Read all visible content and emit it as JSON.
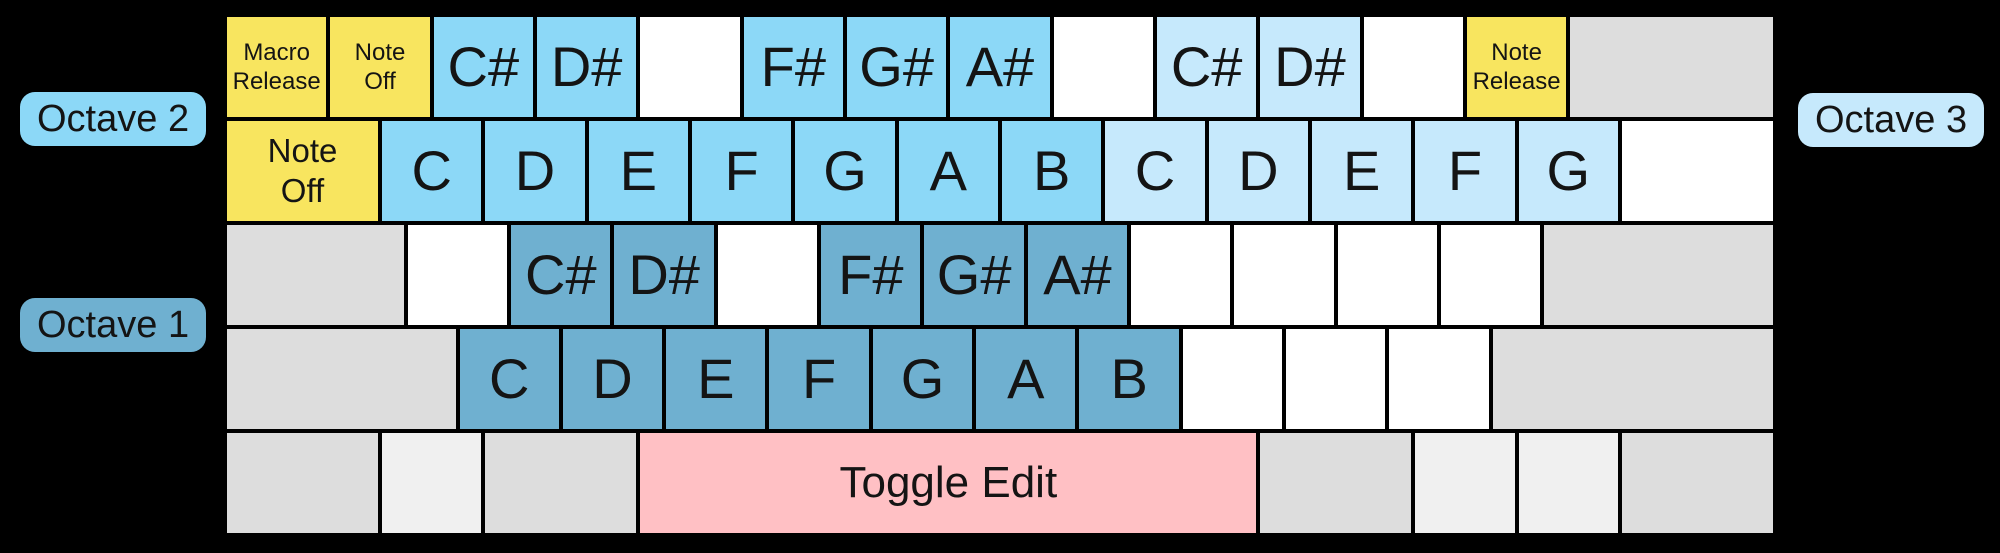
{
  "colors": {
    "background": "#000000",
    "key_border": "#000000",
    "text": "#141414",
    "octave1": "#6FB0D0",
    "octave2": "#8CD8F7",
    "octave3": "#C6E9FC",
    "macro": "#F8E55F",
    "toggle": "#FFC0C4",
    "unassigned": "#FFFFFF",
    "modifier": "#DDDDDD",
    "modifier_light": "#F0F0F0"
  },
  "octave_labels": {
    "octave1": "Octave 1",
    "octave2": "Octave 2",
    "octave3": "Octave 3"
  },
  "keyboard": {
    "units_per_row": 15,
    "rows": [
      {
        "name": "number-row",
        "keys": [
          {
            "name": "macro-release-key",
            "label": "Macro\nRelease",
            "type": "macro",
            "w": 1,
            "size": "small"
          },
          {
            "name": "note-off-key",
            "label": "Note\nOff",
            "type": "macro",
            "w": 1,
            "size": "small"
          },
          {
            "name": "note-key-c-sharp-octave2",
            "label": "C#",
            "type": "octave2",
            "w": 1,
            "size": "large"
          },
          {
            "name": "note-key-d-sharp-octave2",
            "label": "D#",
            "type": "octave2",
            "w": 1,
            "size": "large"
          },
          {
            "name": "unassigned-key",
            "label": "",
            "type": "unassigned",
            "w": 1
          },
          {
            "name": "note-key-f-sharp-octave2",
            "label": "F#",
            "type": "octave2",
            "w": 1,
            "size": "large"
          },
          {
            "name": "note-key-g-sharp-octave2",
            "label": "G#",
            "type": "octave2",
            "w": 1,
            "size": "large"
          },
          {
            "name": "note-key-a-sharp-octave2",
            "label": "A#",
            "type": "octave2",
            "w": 1,
            "size": "large"
          },
          {
            "name": "unassigned-key",
            "label": "",
            "type": "unassigned",
            "w": 1
          },
          {
            "name": "note-key-c-sharp-octave3",
            "label": "C#",
            "type": "octave3",
            "w": 1,
            "size": "large"
          },
          {
            "name": "note-key-d-sharp-octave3",
            "label": "D#",
            "type": "octave3",
            "w": 1,
            "size": "large"
          },
          {
            "name": "unassigned-key",
            "label": "",
            "type": "unassigned",
            "w": 1
          },
          {
            "name": "note-release-key",
            "label": "Note\nRelease",
            "type": "macro",
            "w": 1,
            "size": "small"
          },
          {
            "name": "modifier-key",
            "label": "",
            "type": "modifier",
            "w": 2
          }
        ]
      },
      {
        "name": "upper-letter-row",
        "keys": [
          {
            "name": "note-off-key",
            "label": "Note\nOff",
            "type": "macro",
            "w": 1.5,
            "size": "medium"
          },
          {
            "name": "note-key-c-octave2",
            "label": "C",
            "type": "octave2",
            "w": 1,
            "size": "large"
          },
          {
            "name": "note-key-d-octave2",
            "label": "D",
            "type": "octave2",
            "w": 1,
            "size": "large"
          },
          {
            "name": "note-key-e-octave2",
            "label": "E",
            "type": "octave2",
            "w": 1,
            "size": "large"
          },
          {
            "name": "note-key-f-octave2",
            "label": "F",
            "type": "octave2",
            "w": 1,
            "size": "large"
          },
          {
            "name": "note-key-g-octave2",
            "label": "G",
            "type": "octave2",
            "w": 1,
            "size": "large"
          },
          {
            "name": "note-key-a-octave2",
            "label": "A",
            "type": "octave2",
            "w": 1,
            "size": "large"
          },
          {
            "name": "note-key-b-octave2",
            "label": "B",
            "type": "octave2",
            "w": 1,
            "size": "large"
          },
          {
            "name": "note-key-c-octave3",
            "label": "C",
            "type": "octave3",
            "w": 1,
            "size": "large"
          },
          {
            "name": "note-key-d-octave3",
            "label": "D",
            "type": "octave3",
            "w": 1,
            "size": "large"
          },
          {
            "name": "note-key-e-octave3",
            "label": "E",
            "type": "octave3",
            "w": 1,
            "size": "large"
          },
          {
            "name": "note-key-f-octave3",
            "label": "F",
            "type": "octave3",
            "w": 1,
            "size": "large"
          },
          {
            "name": "note-key-g-octave3",
            "label": "G",
            "type": "octave3",
            "w": 1,
            "size": "large"
          },
          {
            "name": "unassigned-key",
            "label": "",
            "type": "unassigned",
            "w": 1.5
          }
        ]
      },
      {
        "name": "home-row",
        "keys": [
          {
            "name": "modifier-key",
            "label": "",
            "type": "modifier",
            "w": 1.75
          },
          {
            "name": "unassigned-key",
            "label": "",
            "type": "unassigned",
            "w": 1
          },
          {
            "name": "note-key-c-sharp-octave1",
            "label": "C#",
            "type": "octave1",
            "w": 1,
            "size": "large"
          },
          {
            "name": "note-key-d-sharp-octave1",
            "label": "D#",
            "type": "octave1",
            "w": 1,
            "size": "large"
          },
          {
            "name": "unassigned-key",
            "label": "",
            "type": "unassigned",
            "w": 1
          },
          {
            "name": "note-key-f-sharp-octave1",
            "label": "F#",
            "type": "octave1",
            "w": 1,
            "size": "large"
          },
          {
            "name": "note-key-g-sharp-octave1",
            "label": "G#",
            "type": "octave1",
            "w": 1,
            "size": "large"
          },
          {
            "name": "note-key-a-sharp-octave1",
            "label": "A#",
            "type": "octave1",
            "w": 1,
            "size": "large"
          },
          {
            "name": "unassigned-key",
            "label": "",
            "type": "unassigned",
            "w": 1
          },
          {
            "name": "unassigned-key",
            "label": "",
            "type": "unassigned",
            "w": 1
          },
          {
            "name": "unassigned-key",
            "label": "",
            "type": "unassigned",
            "w": 1
          },
          {
            "name": "unassigned-key",
            "label": "",
            "type": "unassigned",
            "w": 1
          },
          {
            "name": "modifier-key",
            "label": "",
            "type": "modifier",
            "w": 2.25
          }
        ]
      },
      {
        "name": "lower-letter-row",
        "keys": [
          {
            "name": "modifier-key",
            "label": "",
            "type": "modifier",
            "w": 2.25
          },
          {
            "name": "note-key-c-octave1",
            "label": "C",
            "type": "octave1",
            "w": 1,
            "size": "large"
          },
          {
            "name": "note-key-d-octave1",
            "label": "D",
            "type": "octave1",
            "w": 1,
            "size": "large"
          },
          {
            "name": "note-key-e-octave1",
            "label": "E",
            "type": "octave1",
            "w": 1,
            "size": "large"
          },
          {
            "name": "note-key-f-octave1",
            "label": "F",
            "type": "octave1",
            "w": 1,
            "size": "large"
          },
          {
            "name": "note-key-g-octave1",
            "label": "G",
            "type": "octave1",
            "w": 1,
            "size": "large"
          },
          {
            "name": "note-key-a-octave1",
            "label": "A",
            "type": "octave1",
            "w": 1,
            "size": "large"
          },
          {
            "name": "note-key-b-octave1",
            "label": "B",
            "type": "octave1",
            "w": 1,
            "size": "large"
          },
          {
            "name": "unassigned-key",
            "label": "",
            "type": "unassigned",
            "w": 1
          },
          {
            "name": "unassigned-key",
            "label": "",
            "type": "unassigned",
            "w": 1
          },
          {
            "name": "unassigned-key",
            "label": "",
            "type": "unassigned",
            "w": 1
          },
          {
            "name": "modifier-key",
            "label": "",
            "type": "modifier",
            "w": 2.75
          }
        ]
      },
      {
        "name": "bottom-row",
        "keys": [
          {
            "name": "modifier-key",
            "label": "",
            "type": "modifier",
            "w": 1.5
          },
          {
            "name": "modifier-key",
            "label": "",
            "type": "modifier-light",
            "w": 1
          },
          {
            "name": "modifier-key",
            "label": "",
            "type": "modifier",
            "w": 1.5
          },
          {
            "name": "toggle-edit-key",
            "label": "Toggle Edit",
            "type": "toggle",
            "w": 6,
            "size": "xlarge"
          },
          {
            "name": "modifier-key",
            "label": "",
            "type": "modifier",
            "w": 1.5
          },
          {
            "name": "modifier-key",
            "label": "",
            "type": "modifier-light",
            "w": 1
          },
          {
            "name": "modifier-key",
            "label": "",
            "type": "modifier-light",
            "w": 1
          },
          {
            "name": "modifier-key",
            "label": "",
            "type": "modifier",
            "w": 1.5
          }
        ]
      }
    ]
  }
}
